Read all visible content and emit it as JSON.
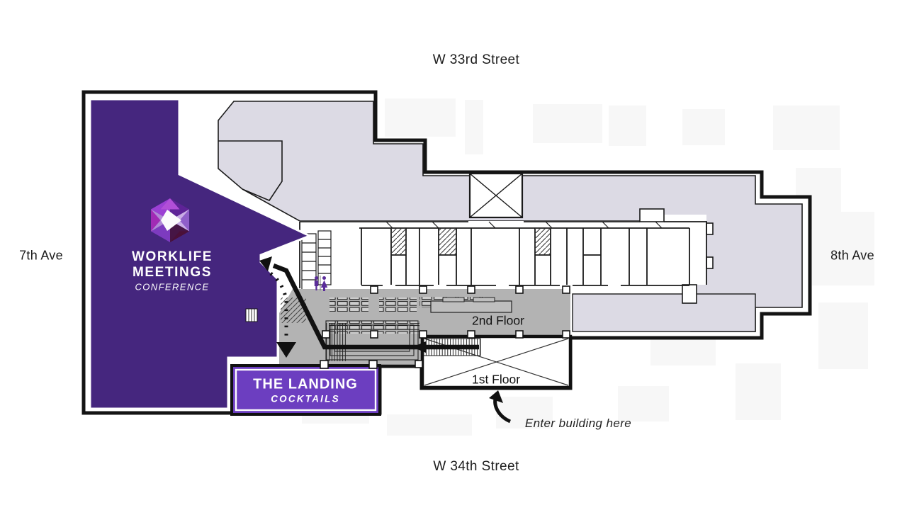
{
  "labels": {
    "street_top": "W 33rd Street",
    "street_bottom": "W 34th Street",
    "ave_left": "7th Ave",
    "ave_right": "8th Ave",
    "conference": {
      "line1": "WORKLIFE",
      "line2": "MEETINGS",
      "line3": "CONFERENCE"
    },
    "landing": {
      "title": "THE LANDING",
      "subtitle": "COCKTAILS"
    },
    "floor_second": "2nd Floor",
    "floor_first": "1st Floor",
    "entrance_note": "Enter building here"
  },
  "icons": {
    "logo": "worklife-hexagon-logo",
    "restroom": "restroom-men-women-icon"
  },
  "colors": {
    "conference_purple": "#45267e",
    "landing_purple": "#6c3ec0",
    "lavender": "#dcdae4",
    "floor_gray": "#b3b3b3",
    "outline_black": "#141414",
    "restroom_purple": "#5b2d9a"
  }
}
